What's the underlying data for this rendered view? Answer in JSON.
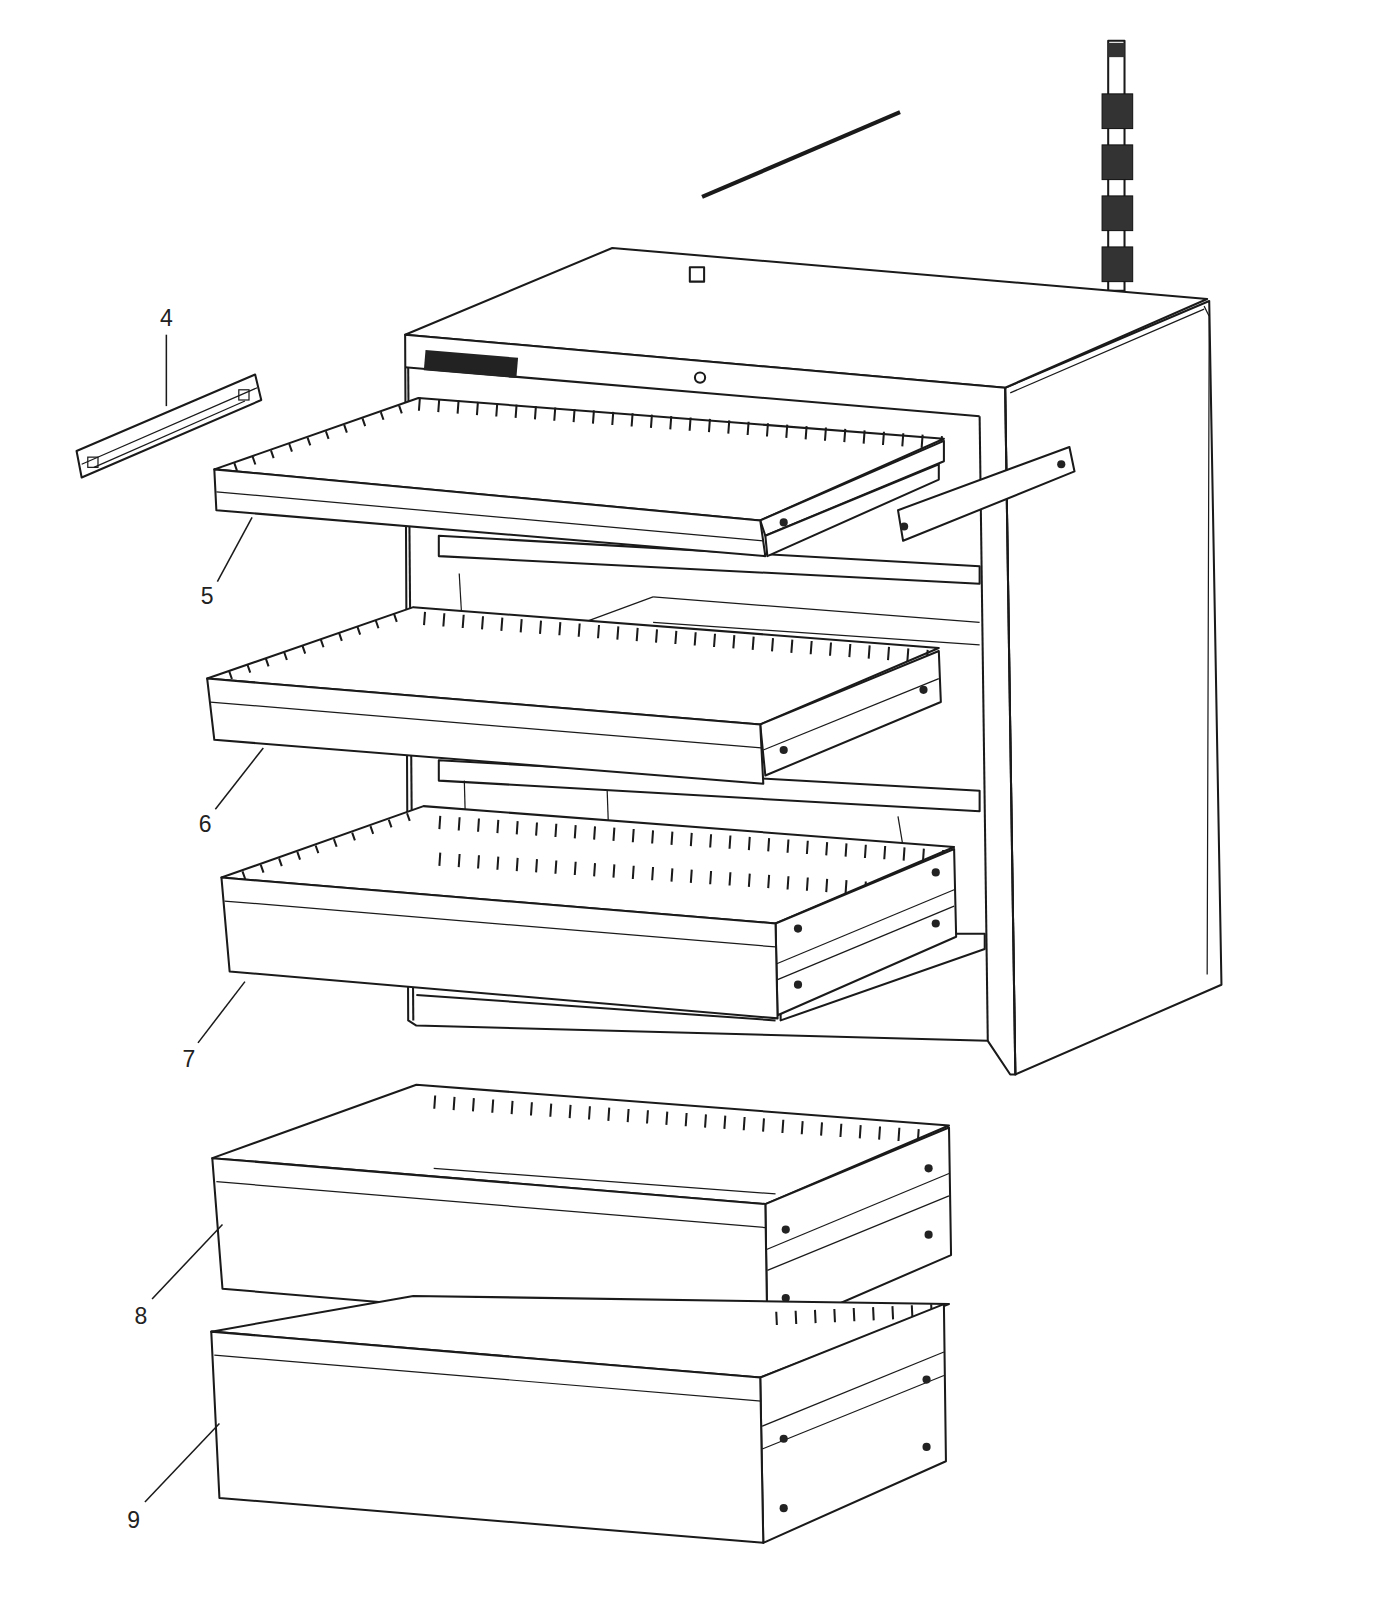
{
  "diagram": {
    "labels": [
      "4",
      "5",
      "6",
      "7",
      "8",
      "9"
    ]
  }
}
